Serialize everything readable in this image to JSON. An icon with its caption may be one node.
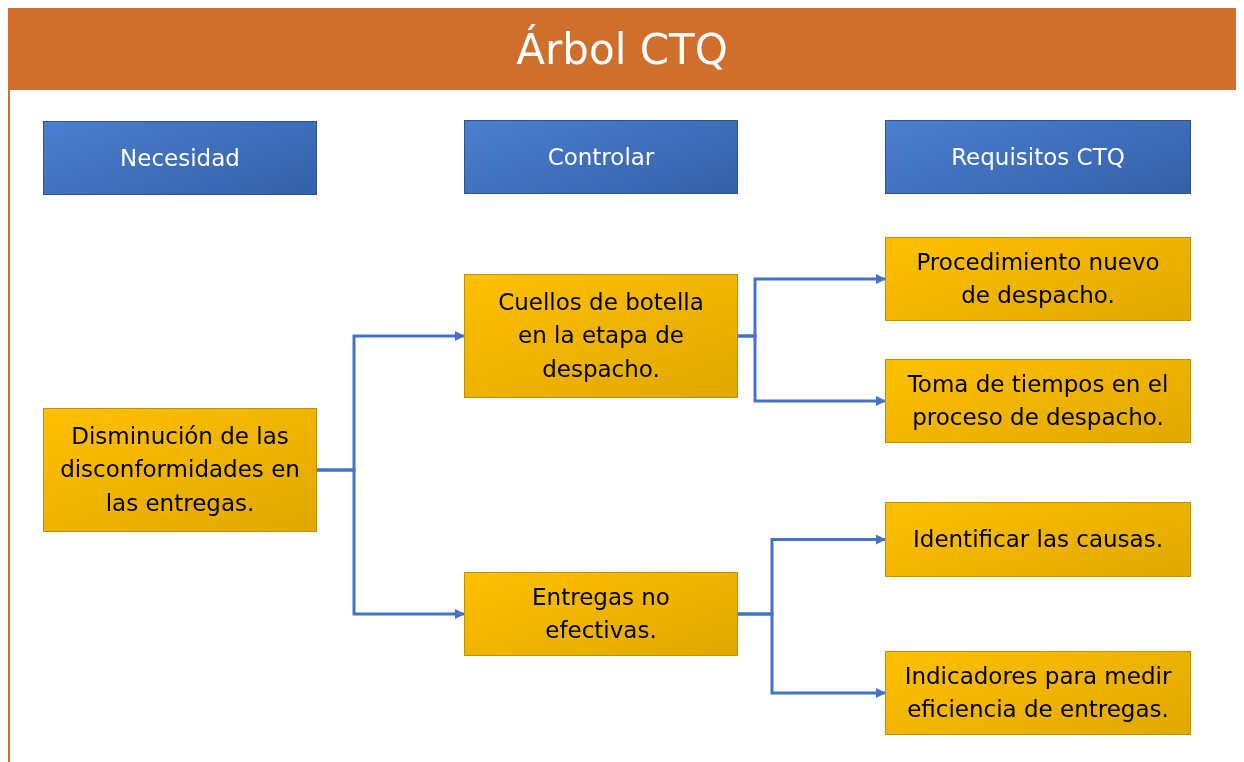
{
  "diagram": {
    "title": "Árbol CTQ",
    "nodes": [
      {
        "text": [
          "Necesidad"
        ]
      },
      {
        "text": [
          "Controlar"
        ]
      },
      {
        "text": [
          "Requisitos CTQ"
        ]
      },
      {
        "text": [
          "Disminución de las disconformidades en las entregas."
        ]
      },
      {
        "text": [
          "Cuellos de botella en la etapa de despacho."
        ]
      },
      {
        "text": [
          "Entregas no efectivas."
        ]
      },
      {
        "text": [
          "Procedimiento nuevo de despacho."
        ]
      },
      {
        "text": [
          "Toma de tiempos en el proceso de despacho."
        ]
      },
      {
        "text": [
          "Identificar las causas."
        ]
      },
      {
        "text": [
          "Indicadores para medir eficiencia de entregas."
        ]
      }
    ],
    "edges": [
      {
        "from": 3,
        "to": 4,
        "arrow": "to"
      },
      {
        "from": 3,
        "to": 5,
        "arrow": "to"
      },
      {
        "from": 4,
        "to": 6,
        "arrow": "to"
      },
      {
        "from": 4,
        "to": 7,
        "arrow": "to"
      },
      {
        "from": 5,
        "to": 8,
        "arrow": "to"
      },
      {
        "from": 5,
        "to": 9,
        "arrow": "to"
      }
    ]
  }
}
